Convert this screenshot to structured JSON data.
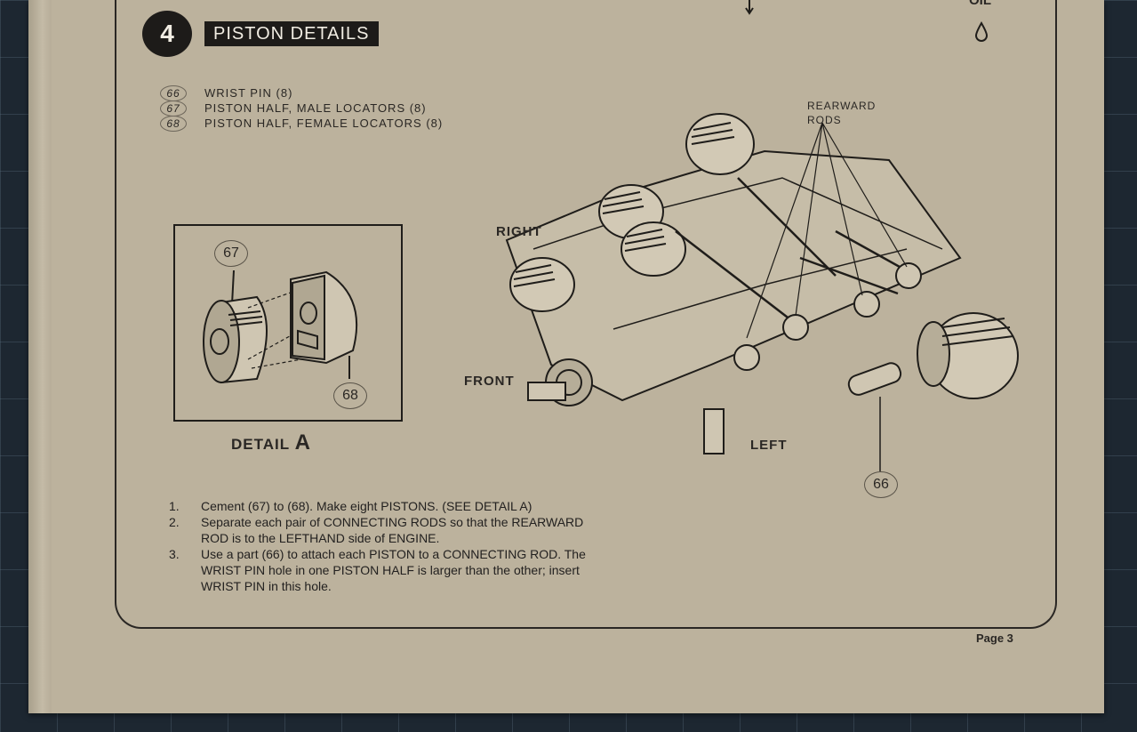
{
  "step": {
    "number": "4",
    "title": "PISTON DETAILS"
  },
  "oil_label": "OIL",
  "parts": [
    {
      "num": "66",
      "name": "WRIST PIN (8)"
    },
    {
      "num": "67",
      "name": "PISTON HALF, MALE LOCATORS (8)"
    },
    {
      "num": "68",
      "name": "PISTON HALF, FEMALE LOCATORS (8)"
    }
  ],
  "detail": {
    "label": "DETAIL",
    "letter": "A",
    "callout_top": "67",
    "callout_bottom": "68"
  },
  "diagram": {
    "right": "RIGHT",
    "front": "FRONT",
    "left": "LEFT",
    "rearward_line1": "REARWARD",
    "rearward_line2": "RODS",
    "callout_pin": "66"
  },
  "instructions": [
    {
      "num": "1.",
      "text": "Cement (67) to (68). Make eight PISTONS. (SEE DETAIL A)"
    },
    {
      "num": "2.",
      "text": "Separate each pair of CONNECTING RODS so that the REARWARD ROD is to the LEFTHAND side of ENGINE."
    },
    {
      "num": "3.",
      "text": "Use a part (66) to attach each PISTON to a CONNECTING ROD. The WRIST PIN hole in one PISTON HALF is larger than the other; insert WRIST PIN in this hole."
    }
  ],
  "page": "Page 3"
}
